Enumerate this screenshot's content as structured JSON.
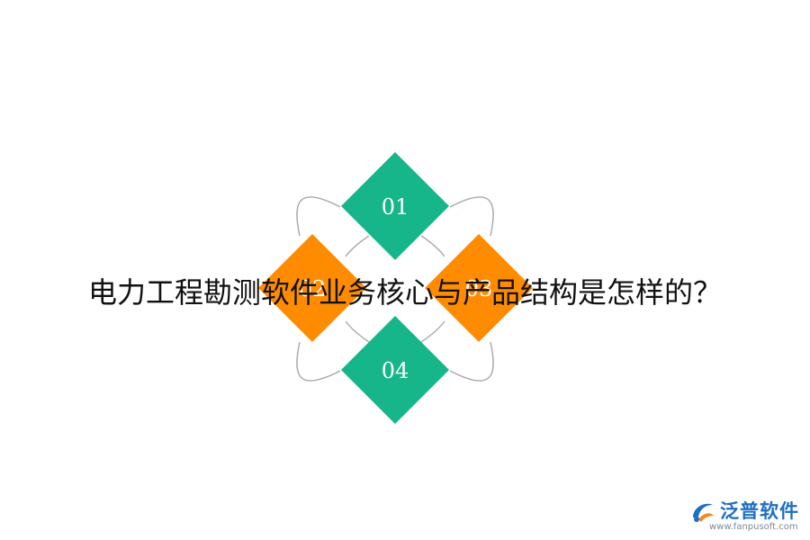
{
  "title": "电力工程勘测软件业务核心与产品结构是怎样的？",
  "nodes": [
    {
      "label": "01",
      "color": "#17b58a"
    },
    {
      "label": "02",
      "color": "#ff8c00"
    },
    {
      "label": "03",
      "color": "#ff8c00"
    },
    {
      "label": "04",
      "color": "#17b58a"
    }
  ],
  "connector_color": "#a9a9a9",
  "watermark": {
    "brand": "泛普软件",
    "url": "www.fanpusoft.com",
    "icon": "fanpu-logo-icon",
    "brand_color": "#1e6fc2"
  }
}
